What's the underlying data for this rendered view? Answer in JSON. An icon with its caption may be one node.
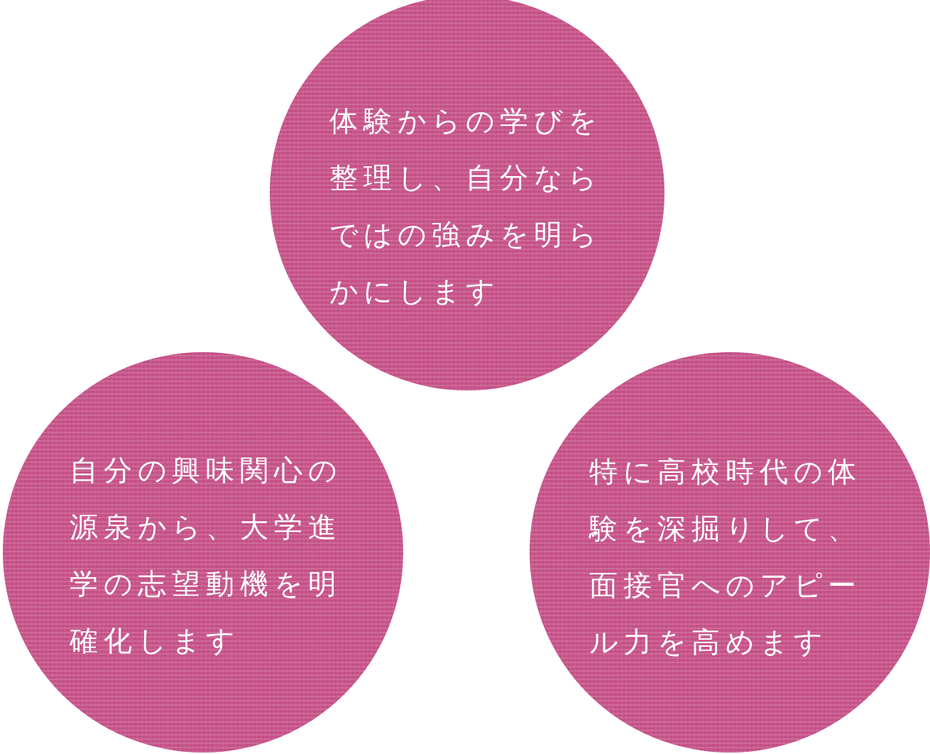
{
  "diagram": {
    "nodes": [
      {
        "text": [
          "体験からの学びを整理し、自分ならではの強みを明らかにします"
        ]
      },
      {
        "text": [
          "自分の興味関心の源泉から、大学進学の志望動機を明確化します"
        ]
      },
      {
        "text": [
          "特に高校時代の体験を深掘りして、面接官へのアピール力を高めます"
        ]
      }
    ]
  }
}
